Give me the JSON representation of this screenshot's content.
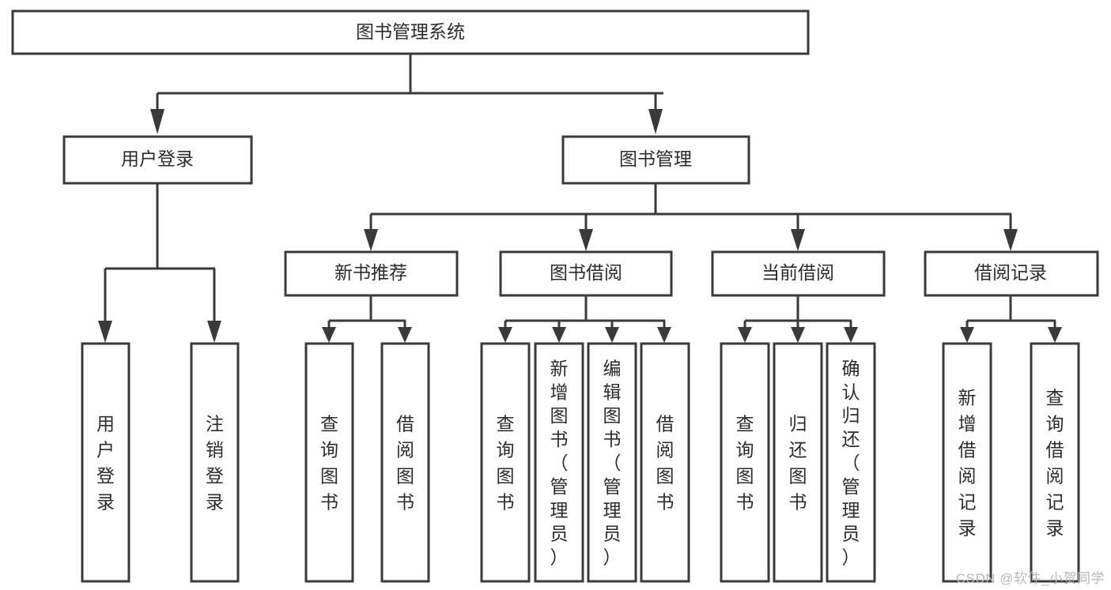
{
  "diagram": {
    "type": "hierarchy-tree",
    "title": "图书管理系统",
    "watermark": "CSDN @软件_小贺同学",
    "colors": {
      "stroke": "#3a3a3a",
      "fill": "#ffffff",
      "text": "#2b2b2b",
      "watermark": "#b8b8b8"
    },
    "levels": [
      {
        "level": 1,
        "nodes": [
          {
            "id": "root",
            "label": "图书管理系统",
            "orientation": "horizontal"
          }
        ]
      },
      {
        "level": 2,
        "nodes": [
          {
            "id": "login",
            "label": "用户登录",
            "orientation": "horizontal",
            "parent": "root"
          },
          {
            "id": "bookmgmt",
            "label": "图书管理",
            "orientation": "horizontal",
            "parent": "root"
          }
        ]
      },
      {
        "level": 3,
        "nodes": [
          {
            "id": "newbook",
            "label": "新书推荐",
            "orientation": "horizontal",
            "parent": "bookmgmt"
          },
          {
            "id": "borrow",
            "label": "图书借阅",
            "orientation": "horizontal",
            "parent": "bookmgmt"
          },
          {
            "id": "current",
            "label": "当前借阅",
            "orientation": "horizontal",
            "parent": "bookmgmt"
          },
          {
            "id": "records",
            "label": "借阅记录",
            "orientation": "horizontal",
            "parent": "bookmgmt"
          }
        ]
      },
      {
        "level": 4,
        "nodes": [
          {
            "id": "leaf-user-login",
            "label": "用户登录",
            "orientation": "vertical",
            "parent": "login",
            "fit": "center"
          },
          {
            "id": "leaf-user-logout",
            "label": "注销登录",
            "orientation": "vertical",
            "parent": "login",
            "fit": "center"
          },
          {
            "id": "leaf-query-book-1",
            "label": "查询图书",
            "orientation": "vertical",
            "parent": "newbook",
            "fit": "center"
          },
          {
            "id": "leaf-borrow-book-1",
            "label": "借阅图书",
            "orientation": "vertical",
            "parent": "newbook",
            "fit": "center"
          },
          {
            "id": "leaf-query-book-2",
            "label": "查询图书",
            "orientation": "vertical",
            "parent": "borrow",
            "fit": "center"
          },
          {
            "id": "leaf-add-book",
            "label": "新增图书（管理员）",
            "orientation": "vertical",
            "parent": "borrow",
            "fit": "fill"
          },
          {
            "id": "leaf-edit-book",
            "label": "编辑图书（管理员）",
            "orientation": "vertical",
            "parent": "borrow",
            "fit": "fill"
          },
          {
            "id": "leaf-borrow-book-2",
            "label": "借阅图书",
            "orientation": "vertical",
            "parent": "borrow",
            "fit": "center"
          },
          {
            "id": "leaf-query-book-3",
            "label": "查询图书",
            "orientation": "vertical",
            "parent": "current",
            "fit": "center"
          },
          {
            "id": "leaf-return-book",
            "label": "归还图书",
            "orientation": "vertical",
            "parent": "current",
            "fit": "center"
          },
          {
            "id": "leaf-confirm-return",
            "label": "确认归还（管理员）",
            "orientation": "vertical",
            "parent": "current",
            "fit": "fill"
          },
          {
            "id": "leaf-add-record",
            "label": "新增借阅记录",
            "orientation": "vertical",
            "parent": "records",
            "fit": "center"
          },
          {
            "id": "leaf-query-record",
            "label": "查询借阅记录",
            "orientation": "vertical",
            "parent": "records",
            "fit": "center"
          }
        ]
      }
    ]
  }
}
